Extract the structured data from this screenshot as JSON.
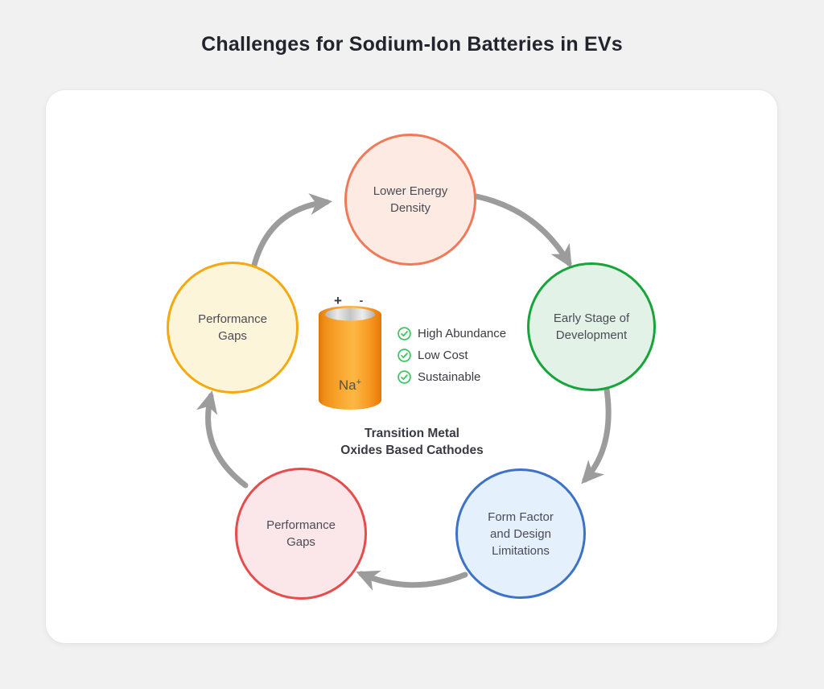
{
  "page": {
    "title": "Challenges for Sodium-Ion Batteries in EVs",
    "background_color": "#f1f1f1",
    "card_color": "#ffffff",
    "title_color": "#23232d"
  },
  "cycle": {
    "arrow_color": "#9c9c9c",
    "text_color": "#4b4b57",
    "nodes": [
      {
        "id": "lower-energy-density",
        "label": "Lower Energy\nDensity",
        "border_color": "#f0795a",
        "fill_color": "#fdebe3"
      },
      {
        "id": "early-stage-development",
        "label": "Early Stage of\nDevelopment",
        "border_color": "#16a53b",
        "fill_color": "#e3f2e6"
      },
      {
        "id": "form-factor-limitations",
        "label": "Form Factor\nand Design\nLimitations",
        "border_color": "#3d72c7",
        "fill_color": "#e4f0fb"
      },
      {
        "id": "performance-gaps-bottom",
        "label": "Performance\nGaps",
        "border_color": "#e74c4c",
        "fill_color": "#fbe6e9"
      },
      {
        "id": "performance-gaps-left",
        "label": "Performance\nGaps",
        "border_color": "#f5a90f",
        "fill_color": "#fdf5da"
      }
    ]
  },
  "center": {
    "battery": {
      "plus": "+",
      "minus": "-",
      "element": "Na",
      "charge": "+",
      "label_color": "#55504a",
      "body_color": "#f9a52e"
    },
    "check_color": "#3fc565",
    "benefits": [
      "High Abundance",
      "Low Cost",
      "Sustainable"
    ],
    "caption": "Transition Metal\nOxides Based Cathodes",
    "text_color": "#3a3a44"
  }
}
